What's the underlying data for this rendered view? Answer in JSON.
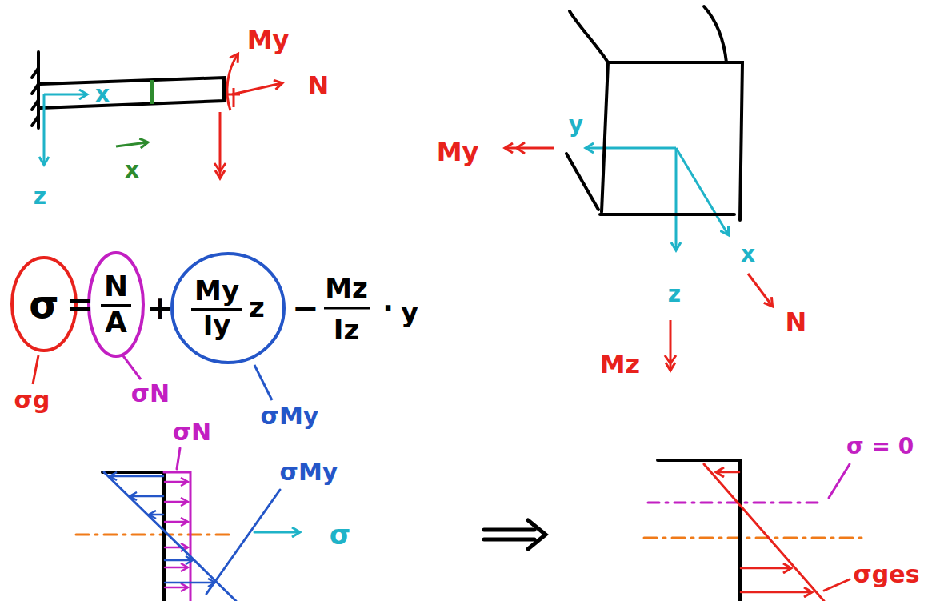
{
  "diagram": {
    "nodes": [
      {
        "text": [
          "σ"
        ]
      },
      {
        "text": [
          "N",
          "A"
        ]
      },
      {
        "text": [
          "My",
          "Iy",
          "z"
        ]
      }
    ],
    "labels": [
      "My",
      "N",
      "x",
      "z",
      "x",
      "y",
      "My",
      "z",
      "x",
      "N",
      "Mz",
      "=",
      "+",
      "−",
      "Mz",
      "Iz",
      "·",
      "y",
      "σg",
      "σN",
      "σMy",
      "σN",
      "σMy",
      "σ",
      "σ = 0",
      "σges"
    ]
  }
}
